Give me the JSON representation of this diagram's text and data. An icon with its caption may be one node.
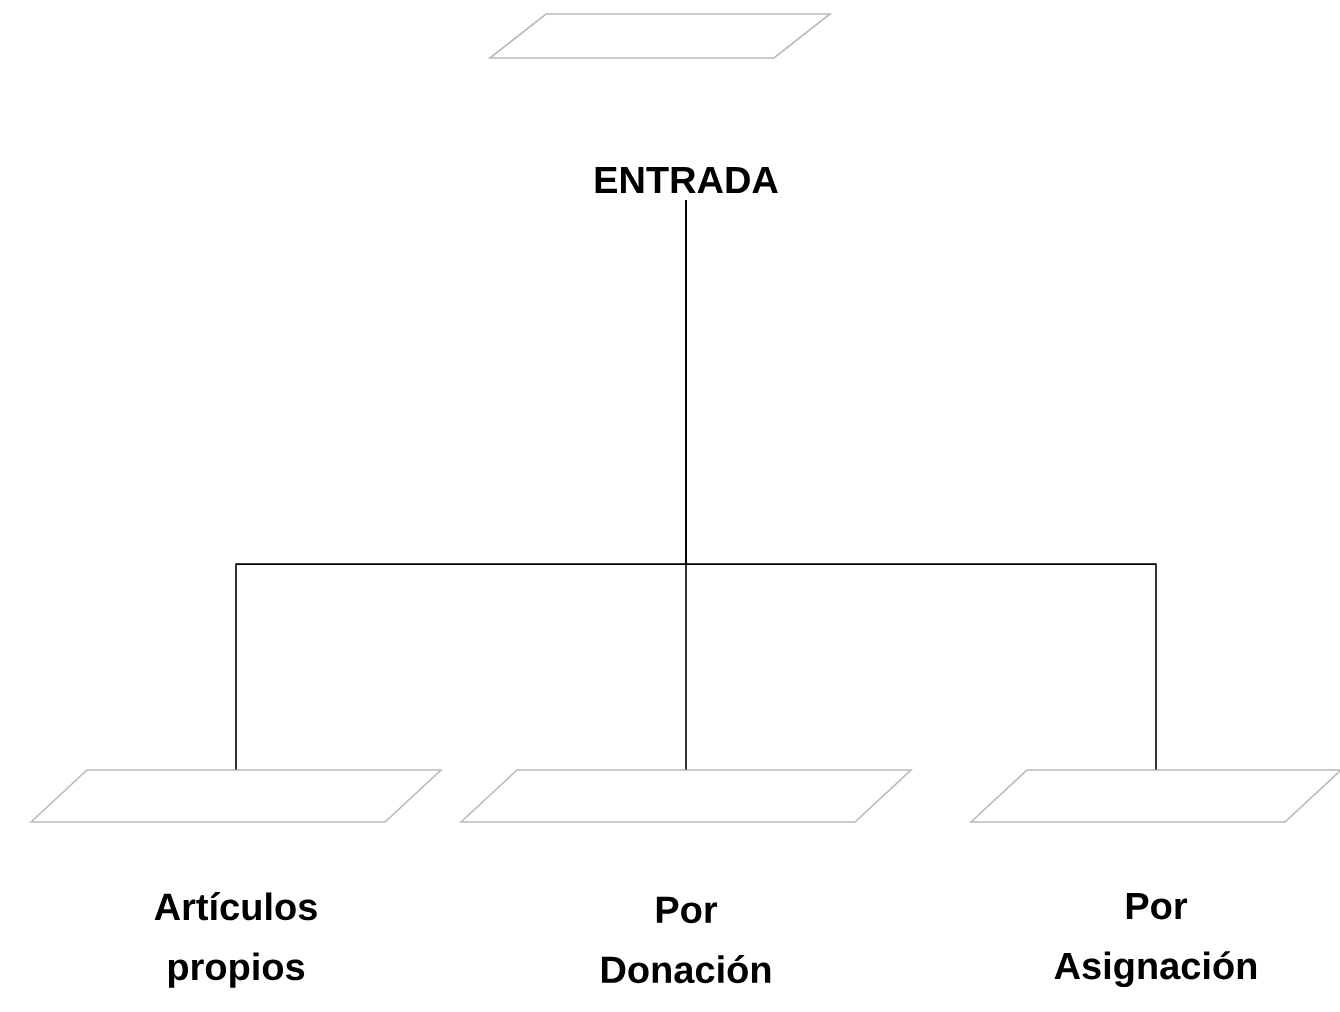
{
  "diagram": {
    "nodes": [
      {
        "text": [],
        "shape": "parallelogram"
      },
      {
        "text": [
          "ENTRADA"
        ]
      },
      {
        "text": [
          "Artículos propios"
        ]
      },
      {
        "text": [
          "Por Donación"
        ]
      },
      {
        "text": [
          "Por Asignación"
        ]
      }
    ],
    "edges": [
      {
        "from": 1,
        "to": 2,
        "arrow": "none"
      },
      {
        "from": 1,
        "to": 3,
        "arrow": "none"
      },
      {
        "from": 1,
        "to": 4,
        "arrow": "none"
      }
    ]
  }
}
